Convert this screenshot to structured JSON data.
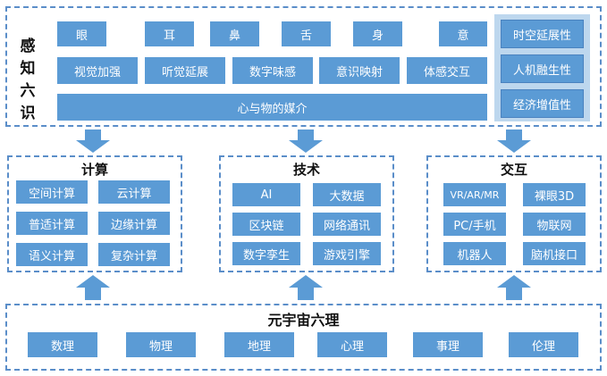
{
  "colors": {
    "box": "#5b9bd5",
    "border": "#5b8ec9",
    "panel": "#bdd7ee",
    "text": "#111111"
  },
  "perception": {
    "title": "感知六识",
    "senses": [
      "眼",
      "耳",
      "鼻",
      "舌",
      "身",
      "意"
    ],
    "features": [
      "视觉加强",
      "听觉延展",
      "数字味感",
      "意识映射",
      "体感交互"
    ],
    "bottom": "心与物的媒介",
    "right": [
      "时空延展性",
      "人机融生性",
      "经济增值性"
    ]
  },
  "compute": {
    "title": "计算",
    "items": [
      "空间计算",
      "云计算",
      "普适计算",
      "边缘计算",
      "语义计算",
      "复杂计算"
    ]
  },
  "tech": {
    "title": "技术",
    "items": [
      "AI",
      "大数据",
      "区块链",
      "网络通讯",
      "数字孪生",
      "游戏引擎"
    ]
  },
  "interact": {
    "title": "交互",
    "items": [
      "VR/AR/MR",
      "裸眼3D",
      "PC/手机",
      "物联网",
      "机器人",
      "脑机接口"
    ]
  },
  "base": {
    "title": "元宇宙六理",
    "items": [
      "数理",
      "物理",
      "地理",
      "心理",
      "事理",
      "伦理"
    ]
  }
}
